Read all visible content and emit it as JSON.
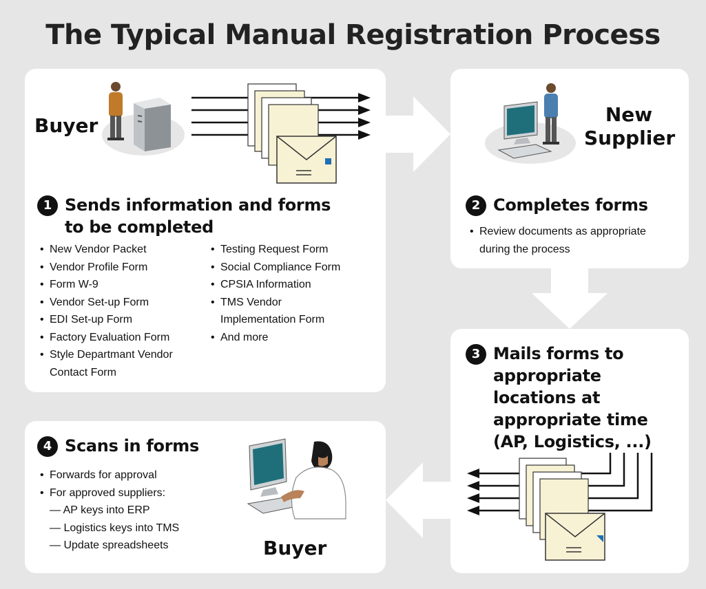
{
  "title": "The Typical Manual Registration Process",
  "step1": {
    "number": "1",
    "heading": "Sends information and forms to be completed",
    "actor": "Buyer",
    "items_left": [
      "New Vendor Packet",
      "Vendor Profile Form",
      "Form W-9",
      "Vendor Set-up Form",
      "EDI Set-up Form",
      "Factory Evaluation Form",
      "Style Departmant Vendor Contact Form"
    ],
    "items_right": [
      "Testing Request Form",
      "Social Compliance Form",
      "CPSIA Information",
      "TMS Vendor Implementation Form",
      "And more"
    ]
  },
  "step2": {
    "number": "2",
    "heading": "Completes forms",
    "actor_line1": "New",
    "actor_line2": "Supplier",
    "items": [
      "Review documents as appropriate during the process"
    ]
  },
  "step3": {
    "number": "3",
    "heading": "Mails forms to appropriate locations at appropriate time (AP, Logistics, ...)"
  },
  "step4": {
    "number": "4",
    "heading": "Scans in forms",
    "actor": "Buyer",
    "items": [
      "Forwards for approval",
      "For approved suppliers:"
    ],
    "sub_items": [
      "— AP keys into ERP",
      "— Logistics keys into TMS",
      "— Update spreadsheets"
    ]
  },
  "colors": {
    "background": "#e6e6e6",
    "panel": "#ffffff",
    "envelope": "#f7f2d4",
    "envelope_stamp": "#1f6fb5",
    "person_shirt_orange": "#c07a2a",
    "person_shirt_blue": "#4a7fb0"
  },
  "icons": [
    "person-icon",
    "server-icon",
    "computer-icon",
    "envelope-icon",
    "document-icon"
  ]
}
